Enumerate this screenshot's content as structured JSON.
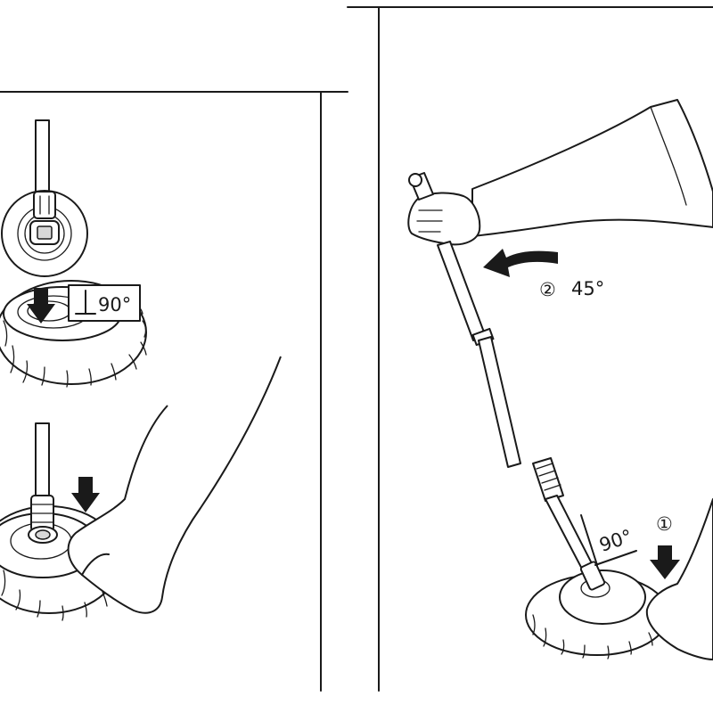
{
  "step_left_top": {
    "angle_label": "90°"
  },
  "step_right": {
    "step1_marker": "①",
    "step2_marker": "②",
    "rotate_label": "45°",
    "angle_label": "90°"
  },
  "colors": {
    "ink": "#1a1a1a",
    "paper": "#ffffff",
    "shade": "#d8d8d8"
  }
}
